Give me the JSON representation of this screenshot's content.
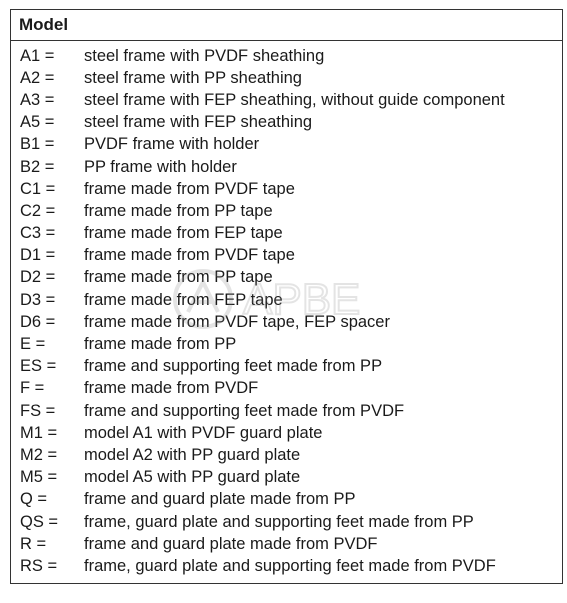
{
  "table": {
    "header": "Model",
    "rows": [
      {
        "code": "A1 =",
        "desc": "steel frame with PVDF sheathing"
      },
      {
        "code": "A2 =",
        "desc": "steel frame with PP sheathing"
      },
      {
        "code": "A3 =",
        "desc": "steel frame with FEP sheathing, without guide component"
      },
      {
        "code": "A5 =",
        "desc": "steel frame with FEP sheathing"
      },
      {
        "code": "B1 =",
        "desc": "PVDF frame with holder"
      },
      {
        "code": "B2 =",
        "desc": "PP frame with holder"
      },
      {
        "code": "C1 =",
        "desc": "frame made from PVDF tape"
      },
      {
        "code": "C2 =",
        "desc": "frame made from PP tape"
      },
      {
        "code": "C3 =",
        "desc": "frame made from FEP tape"
      },
      {
        "code": "D1 =",
        "desc": "frame made from PVDF tape"
      },
      {
        "code": "D2 =",
        "desc": "frame made from PP tape"
      },
      {
        "code": "D3 =",
        "desc": "frame made from FEP tape"
      },
      {
        "code": "D6 =",
        "desc": "frame made from PVDF tape, FEP spacer"
      },
      {
        "code": "E =",
        "desc": "frame made from PP"
      },
      {
        "code": "ES =",
        "desc": "frame and supporting feet made from PP"
      },
      {
        "code": "F =",
        "desc": "frame made from PVDF"
      },
      {
        "code": "FS =",
        "desc": "frame and supporting feet made from PVDF"
      },
      {
        "code": "M1 =",
        "desc": "model A1 with PVDF guard plate"
      },
      {
        "code": "M2 =",
        "desc": "model A2 with PP guard plate"
      },
      {
        "code": "M5 =",
        "desc": "model A5 with PP guard plate"
      },
      {
        "code": "Q =",
        "desc": "frame and guard plate made from PP"
      },
      {
        "code": "QS =",
        "desc": "frame, guard plate and supporting feet made from PP"
      },
      {
        "code": "R =",
        "desc": "frame and guard plate made from PVDF"
      },
      {
        "code": "RS =",
        "desc": "frame, guard plate and supporting feet made from PVDF"
      }
    ]
  },
  "watermark": {
    "text": "APBE",
    "color": "#8a8a8a"
  }
}
